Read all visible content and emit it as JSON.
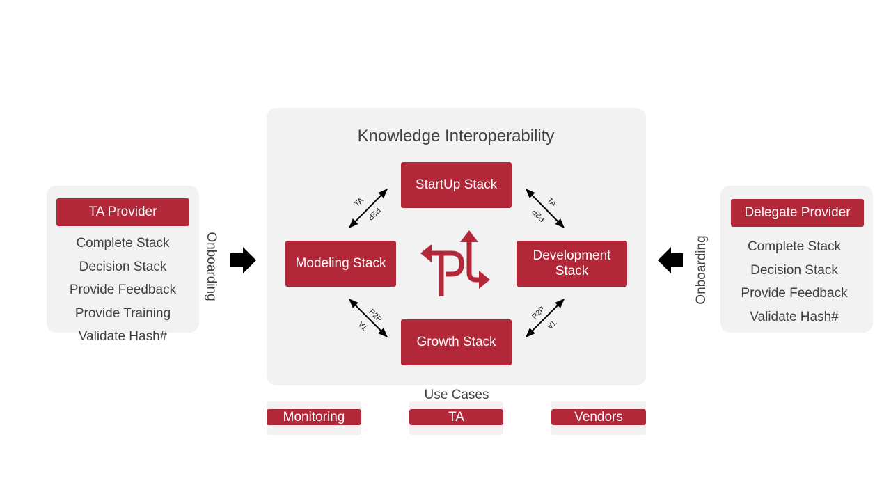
{
  "left_panel": {
    "button": "TA Provider",
    "items": [
      "Complete Stack",
      "Decision Stack",
      "Provide Feedback",
      "Provide Training",
      "Validate Hash#"
    ],
    "onboarding": "Onboarding"
  },
  "center": {
    "title": "Knowledge Interoperability",
    "stacks": {
      "top": "StartUp Stack",
      "left": "Modeling Stack",
      "right": "Development Stack",
      "bottom": "Growth Stack"
    },
    "link_labels": {
      "a": "TA",
      "b": "P2P"
    },
    "icon": "fork-arrows-icon"
  },
  "right_panel": {
    "button": "Delegate Provider",
    "items": [
      "Complete Stack",
      "Decision Stack",
      "Provide Feedback",
      "Validate Hash#"
    ],
    "onboarding": "Onboarding"
  },
  "use_cases": {
    "title": "Use Cases",
    "items": [
      "Monitoring",
      "TA",
      "Vendors"
    ]
  },
  "colors": {
    "accent": "#b32838",
    "panel": "#f2f2f2",
    "text": "#404040"
  }
}
